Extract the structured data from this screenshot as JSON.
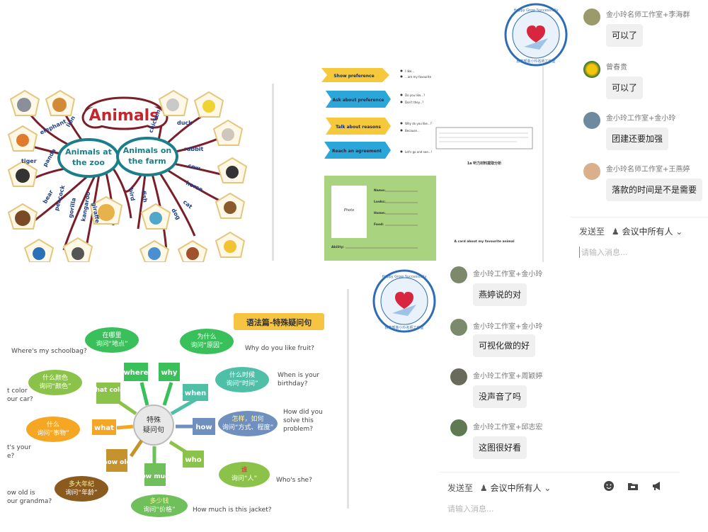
{
  "top_left_slide": {
    "title": "Animals",
    "zoo_hub": [
      "Animals at",
      "the zoo"
    ],
    "farm_hub": [
      "Animals on",
      "the farm"
    ],
    "zoo_words": [
      "elephant",
      "lion",
      "tiger",
      "panda",
      "bear",
      "peacock",
      "gorilla",
      "giraffe",
      "kangaroo"
    ],
    "farm_words": [
      "chicken",
      "duck",
      "rabbit",
      "cow",
      "horse",
      "cat",
      "dog",
      "fish",
      "bird"
    ]
  },
  "top_right_doc": {
    "arrows": [
      "Show preference",
      "Ask about preference",
      "Talk about reasons",
      "Reach an agreement"
    ],
    "bullets": [
      [
        "I like...",
        "...are my favourite"
      ],
      [
        "Do you like...?",
        "Don't they...?"
      ],
      [
        "Why do you like...?",
        "Because..."
      ],
      [
        "Let's go and see...!"
      ]
    ],
    "caption_mid": "1a 听力材料提取分析",
    "card_photo": "Photo",
    "card_fields": [
      "Name:",
      "Looks:",
      "Home:",
      "Food:"
    ],
    "card_ability": "Ability:",
    "caption_bottom": "A card about my favourite animal"
  },
  "bottom_left_slide": {
    "banner": "语法篇-特殊疑问句",
    "center": [
      "特殊",
      "疑问句"
    ],
    "branches": [
      {
        "tag": "where",
        "cloud": [
          "在哪里",
          "询问“地点”"
        ],
        "example": "Where's my schoolbag?"
      },
      {
        "tag": "why",
        "cloud": [
          "为什么",
          "询问“原因”"
        ],
        "example": "Why do you like fruit?"
      },
      {
        "tag": "what color",
        "cloud": [
          "什么颜色",
          "询问“颜色”"
        ],
        "example": [
          "t color",
          "our car?"
        ]
      },
      {
        "tag": "when",
        "cloud": [
          "什么时候",
          "询问“时间”"
        ],
        "example": [
          "When is your",
          "birthday?"
        ]
      },
      {
        "tag": "what",
        "cloud": [
          "什么",
          "询问“事物”"
        ],
        "example": [
          "t's your",
          "e?"
        ]
      },
      {
        "tag": "how",
        "cloud": [
          "怎样，如何",
          "询问“方式、程度”"
        ],
        "example": [
          "How did you",
          "solve this",
          "problem?"
        ]
      },
      {
        "tag": "how old",
        "cloud": [
          "多大年纪",
          "询问“年龄”"
        ],
        "example": [
          "ow old is",
          "our grandma?"
        ]
      },
      {
        "tag": "who",
        "cloud": [
          "谁",
          "询问“人”"
        ],
        "example": "Who's she?"
      },
      {
        "tag": "how much",
        "cloud": [
          "多少钱",
          "询问“价格”"
        ],
        "example": "How much is this jacket?"
      }
    ]
  },
  "logo": {
    "arc_text": "Happy Grow Successfully",
    "bottom_text": "教育部金小玲名师工作室"
  },
  "chat_top": {
    "messages": [
      {
        "sender": "金小玲名师工作室+李海群",
        "text": "可以了"
      },
      {
        "sender": "曾春贵",
        "text": "可以了"
      },
      {
        "sender": "金小玲工作室+金小玲",
        "text": "团建还要加强"
      },
      {
        "sender": "金小玲名师工作室+王燕婷",
        "text": "落款的时间是不是需要"
      }
    ],
    "send_label": "发送至",
    "send_target": "会议中所有人",
    "input_placeholder": "请输入消息..."
  },
  "chat_bottom": {
    "messages": [
      {
        "sender": "金小玲工作室+金小玲",
        "text": "燕婷说的对"
      },
      {
        "sender": "金小玲工作室+金小玲",
        "text": "可视化做的好"
      },
      {
        "sender": "金小玲工作室+周颖婷",
        "text": "没声音了吗"
      },
      {
        "sender": "金小玲工作室+邱志宏",
        "text": "这图很好看"
      }
    ],
    "send_label": "发送至",
    "send_target": "会议中所有人",
    "input_placeholder": "请输入消息..."
  },
  "colors": {
    "hub_teal": "#1b7f8a",
    "vine": "#7a1f2a",
    "banner": "#f5c443",
    "doc_green": "#a9d37f",
    "arrow_yellow": "#f6c83c",
    "arrow_blue": "#2aa6d9"
  }
}
